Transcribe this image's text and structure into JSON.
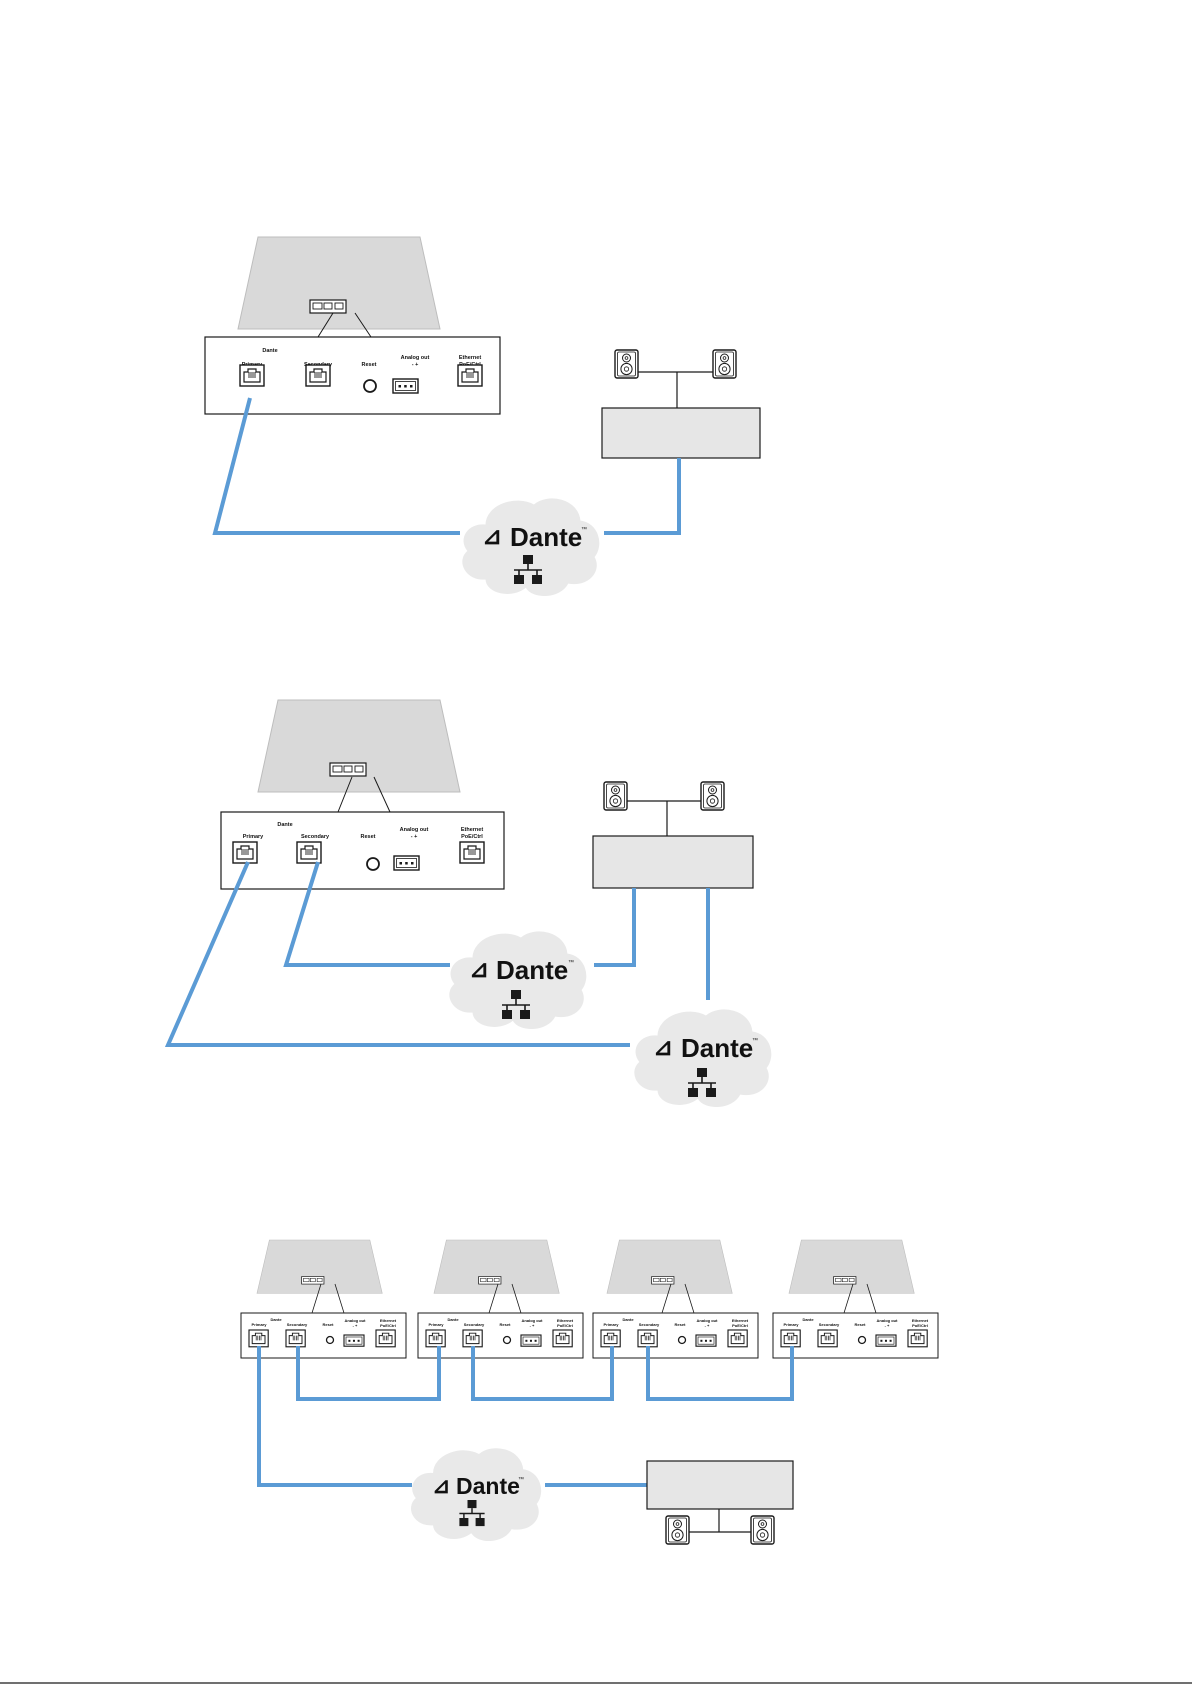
{
  "labels": {
    "dante_logo": "Dante",
    "trademark": "™",
    "panel_brand": "Dante",
    "primary": "Primary",
    "secondary": "Secondary",
    "reset": "Reset",
    "analog_out": "Analog out",
    "analog_polarity": "-   +",
    "ethernet": "Ethernet",
    "poe_ctrl": "PoE/Ctrl"
  },
  "colors": {
    "cable": "#5b9bd5",
    "device_top": "#d9d9d9",
    "receiver_box": "#e6e6e6",
    "cloud": "#e9e9e9",
    "outline": "#1a1a1a"
  },
  "icons": {
    "cloud": "dante-cloud-icon",
    "network": "network-topology-icon",
    "speaker": "speaker-icon",
    "port": "rj45-port-icon",
    "reset": "reset-button-icon",
    "terminal": "terminal-block-icon"
  }
}
